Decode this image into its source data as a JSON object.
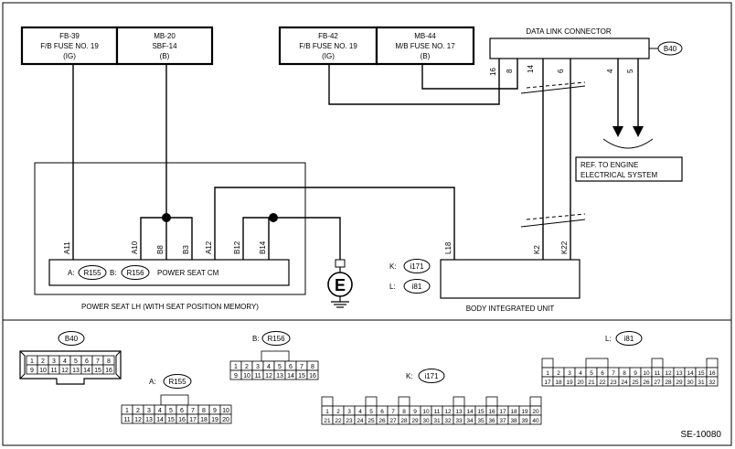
{
  "fuses": {
    "fb39": {
      "l1": "FB-39",
      "l2": "F/B FUSE NO. 19",
      "l3": "(IG)"
    },
    "mb20": {
      "l1": "MB-20",
      "l2": "SBF-14",
      "l3": "(B)"
    },
    "fb42": {
      "l1": "FB-42",
      "l2": "F/B FUSE NO. 19",
      "l3": "(IG)"
    },
    "mb44": {
      "l1": "MB-44",
      "l2": "M/B FUSE NO. 17",
      "l3": "(B)"
    }
  },
  "dlc": {
    "title": "DATA LINK CONNECTOR",
    "connector": "B40",
    "pins": [
      "16",
      "8",
      "14",
      "6",
      "4",
      "5"
    ]
  },
  "engine_ref": {
    "l1": "REF. TO ENGINE",
    "l2": "ELECTRICAL SYSTEM"
  },
  "power_seat_cm": {
    "label": "POWER SEAT CM",
    "conn_a_prefix": "A:",
    "conn_a": "R155",
    "conn_b_prefix": "B:",
    "conn_b": "R156",
    "pins": [
      "A11",
      "A10",
      "B8",
      "B3",
      "A12",
      "B12",
      "B14"
    ],
    "enclosure_label": "POWER SEAT LH (WITH SEAT POSITION MEMORY)"
  },
  "ground_symbol": "E",
  "body_integrated_unit": {
    "label": "BODY INTEGRATED UNIT",
    "conn_k_prefix": "K:",
    "conn_k": "i171",
    "conn_l_prefix": "L:",
    "conn_l": "i81",
    "pins": [
      "L18",
      "K2",
      "K22"
    ]
  },
  "connector_views": {
    "b40": {
      "name": "B40",
      "row1": [
        "1",
        "2",
        "3",
        "4",
        "5",
        "6",
        "7",
        "8"
      ],
      "row2": [
        "9",
        "10",
        "11",
        "12",
        "13",
        "14",
        "15",
        "16"
      ]
    },
    "r155": {
      "prefix": "A:",
      "name": "R155",
      "row1": [
        "1",
        "2",
        "3",
        "4",
        "5",
        "6",
        "7",
        "8",
        "9",
        "10"
      ],
      "row2": [
        "11",
        "12",
        "13",
        "14",
        "15",
        "16",
        "17",
        "18",
        "19",
        "20"
      ]
    },
    "r156": {
      "prefix": "B:",
      "name": "R156",
      "row1": [
        "1",
        "2",
        "3",
        "4",
        "5",
        "6",
        "7",
        "8"
      ],
      "row2": [
        "9",
        "10",
        "11",
        "12",
        "13",
        "14",
        "15",
        "16"
      ]
    },
    "i171": {
      "prefix": "K:",
      "name": "i171",
      "row1": [
        "1",
        "2",
        "3",
        "4",
        "5",
        "6",
        "7",
        "8",
        "9",
        "10",
        "11",
        "12",
        "13",
        "14",
        "15",
        "16",
        "17",
        "18",
        "19",
        "20"
      ],
      "row2": [
        "21",
        "22",
        "23",
        "24",
        "25",
        "26",
        "27",
        "28",
        "29",
        "30",
        "31",
        "32",
        "33",
        "34",
        "35",
        "36",
        "37",
        "38",
        "39",
        "40"
      ]
    },
    "i81": {
      "prefix": "L:",
      "name": "i81",
      "row1": [
        "1",
        "2",
        "3",
        "4",
        "5",
        "6",
        "7",
        "8",
        "9",
        "10",
        "11",
        "12",
        "13",
        "14",
        "15",
        "16"
      ],
      "row2": [
        "17",
        "18",
        "19",
        "20",
        "21",
        "22",
        "23",
        "24",
        "25",
        "26",
        "27",
        "28",
        "29",
        "30",
        "31",
        "32"
      ]
    }
  },
  "figure_id": "SE-10080"
}
